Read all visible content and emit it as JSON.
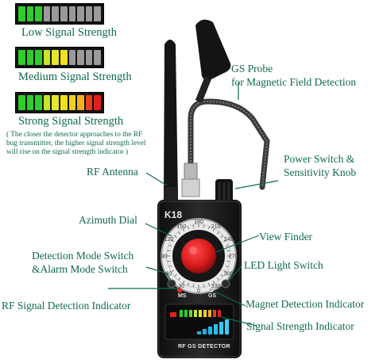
{
  "signal_levels": [
    {
      "label": "Low Signal Strength",
      "segments": [
        "#2ecc2e",
        "#2ecc2e",
        "#2ecc2e",
        "#9a9a9a",
        "#9a9a9a",
        "#9a9a9a",
        "#9a9a9a",
        "#9a9a9a",
        "#9a9a9a",
        "#9a9a9a"
      ]
    },
    {
      "label": "Medium Signal Strength",
      "segments": [
        "#2ecc2e",
        "#2ecc2e",
        "#2ecc2e",
        "#c9e52a",
        "#e6e62a",
        "#f0e020",
        "#9a9a9a",
        "#9a9a9a",
        "#9a9a9a",
        "#9a9a9a"
      ]
    },
    {
      "label": "Strong Signal Strength",
      "segments": [
        "#2ecc2e",
        "#2ecc2e",
        "#2ecc2e",
        "#c9e52a",
        "#e6e62a",
        "#f0e020",
        "#f0d020",
        "#f0b020",
        "#e64020",
        "#e02020"
      ]
    }
  ],
  "strength_note": "( The closer the detector approaches to the RF bug transmitter, the higher signal strength level will rise on the signal strength indicator )",
  "callouts": {
    "gs_probe_line1": "GS Probe",
    "gs_probe_line2": "for Magnetic Field Detection",
    "power_switch_line1": "Power Switch &",
    "power_switch_line2": "Sensitivity Knob",
    "rf_antenna": "RF Antenna",
    "azimuth_dial": "Azimuth Dial",
    "view_finder": "View Finder",
    "detection_mode_line1": "Detection Mode Switch",
    "detection_mode_line2": "&Alarm Mode Switch",
    "led_light_switch": "LED Light Switch",
    "rf_signal_indicator": "RF Signal Detection Indicator",
    "magnet_indicator": "Magnet Detection Indicator",
    "signal_strength_indicator": "Signal Strength Indicator"
  },
  "device": {
    "model": "K18",
    "ms_label": "MS",
    "gs_label": "GS",
    "bottom_label": "RF GS DETECTOR",
    "dial_numbers": [
      "150",
      "180",
      "210",
      "240",
      "270",
      "300",
      "330",
      "0",
      "30",
      "60",
      "90",
      "120"
    ]
  },
  "colors": {
    "label_green": "#0f6b45",
    "device_black": "#1a1a1a",
    "viewfinder_red": "#d81c1c"
  }
}
